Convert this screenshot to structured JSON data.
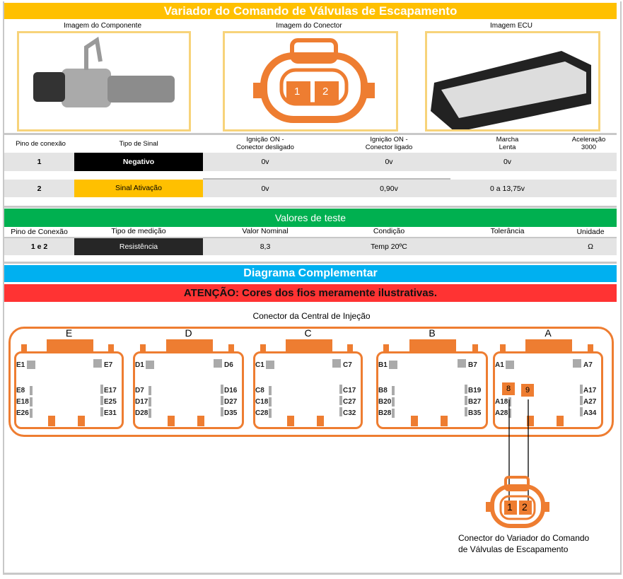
{
  "title": "Variador do Comando de Válvulas de Escapamento",
  "images": {
    "component": "Imagem do Componente",
    "connector": "Imagem do Conector",
    "ecu": "Imagem ECU",
    "connector_pins": [
      "1",
      "2"
    ]
  },
  "signal_table": {
    "headers": [
      "Pino de conexão",
      "Tipo de Sinal",
      "Ignição ON -\nConector desligado",
      "Ignição ON -\nConector ligado",
      "Marcha\nLenta",
      "Aceleração\n3000"
    ],
    "rows": [
      {
        "pin": "1",
        "type": "Negativo",
        "type_color": "#000000",
        "ign_off": "0v",
        "ign_on": "0v",
        "idle": "0v",
        "accel": ""
      },
      {
        "pin": "2",
        "type": "Sinal Ativação",
        "type_color": "#FFC000",
        "ign_off": "0v",
        "ign_on": "0,90v",
        "idle": "0 a 13,75v",
        "accel": ""
      }
    ]
  },
  "test_values": {
    "title": "Valores de teste",
    "headers": [
      "Pino de Conexão",
      "Tipo de medição",
      "Valor Nominal",
      "Condição",
      "Tolerância",
      "Unidade"
    ],
    "row": {
      "pin": "1 e 2",
      "type": "Resistência",
      "nominal": "8,3",
      "condition": "Temp 20ºC",
      "tolerance": "",
      "unit": "Ω"
    }
  },
  "diagram": {
    "title": "Diagrama Complementar",
    "warning": "ATENÇÃO: Cores dos fios meramente ilustrativas.",
    "ecu_label": "Conector da Central de Injeção",
    "blocks": [
      {
        "name": "E",
        "left": [
          "E1",
          "E8",
          "E18",
          "E26"
        ],
        "right": [
          "E7",
          "E17",
          "E25",
          "E31"
        ]
      },
      {
        "name": "D",
        "left": [
          "D1",
          "D7",
          "D17",
          "D28"
        ],
        "right": [
          "D6",
          "D16",
          "D27",
          "D35"
        ]
      },
      {
        "name": "C",
        "left": [
          "C1",
          "C8",
          "C18",
          "C28"
        ],
        "right": [
          "C7",
          "C17",
          "C27",
          "C32"
        ]
      },
      {
        "name": "B",
        "left": [
          "B1",
          "B8",
          "B20",
          "B28"
        ],
        "right": [
          "B7",
          "B19",
          "B27",
          "B35"
        ]
      },
      {
        "name": "A",
        "left": [
          "A1",
          "",
          "A18",
          "A28"
        ],
        "right": [
          "A7",
          "A17",
          "A27",
          "A34"
        ]
      }
    ],
    "active_pins": [
      "8",
      "9"
    ],
    "component_pins": [
      "1",
      "2"
    ],
    "component_label": [
      "Conector do Variador do Comando",
      "de Válvulas de Escapamento"
    ]
  },
  "colors": {
    "yellow": "#FFC000",
    "green": "#00B050",
    "blue": "#00B0F0",
    "red": "#FF3333",
    "orange": "#EE7D31"
  }
}
